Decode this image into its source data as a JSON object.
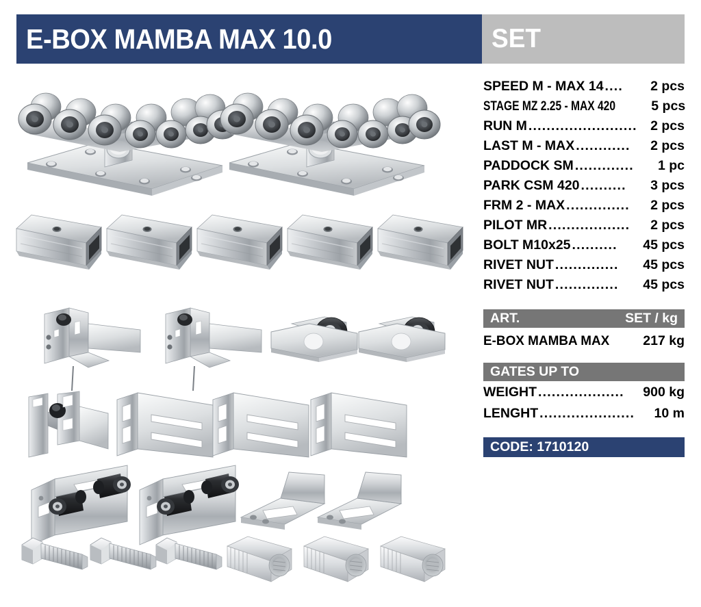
{
  "header": {
    "title": "E-BOX MAMBA MAX 10.0",
    "set_label": "SET",
    "title_bar_color": "#2b4272",
    "set_bar_color": "#bdbdbd"
  },
  "parts_list": [
    {
      "name": "SPEED M - MAX 14",
      "dots": "....",
      "qty": "2 pcs",
      "squeeze": false
    },
    {
      "name": "STAGE MZ 2.25 - MAX 420",
      "dots": "..",
      "qty": "5 pcs",
      "squeeze": true
    },
    {
      "name": "RUN M",
      "dots": "........................",
      "qty": "2 pcs",
      "squeeze": false
    },
    {
      "name": "LAST M - MAX",
      "dots": "............",
      "qty": "2 pcs",
      "squeeze": false
    },
    {
      "name": "PADDOCK SM",
      "dots": ".............",
      "qty": "1 pc",
      "squeeze": false
    },
    {
      "name": "PARK CSM 420",
      "dots": "..........",
      "qty": "3 pcs",
      "squeeze": false
    },
    {
      "name": "FRM 2 - MAX",
      "dots": "..............",
      "qty": "2 pcs",
      "squeeze": false
    },
    {
      "name": "PILOT MR",
      "dots": "..................",
      "qty": "2 pcs",
      "squeeze": false
    },
    {
      "name": "BOLT M10x25",
      "dots": "..........",
      "qty": "45 pcs",
      "squeeze": false
    },
    {
      "name": "RIVET NUT",
      "dots": "..............",
      "qty": "45 pcs",
      "squeeze": false
    },
    {
      "name": "RIVET NUT",
      "dots": "..............",
      "qty": "45 pcs",
      "squeeze": false
    }
  ],
  "art_section": {
    "bar_left": "ART.",
    "bar_right": "SET / kg",
    "item_name": "E-BOX MAMBA MAX",
    "item_value": "217 kg",
    "bar_color": "#767676"
  },
  "gates_section": {
    "bar_label": "GATES UP TO",
    "bar_color": "#767676",
    "rows": [
      {
        "label": "WEIGHT",
        "dots": "...................",
        "value": "900 kg"
      },
      {
        "label": "LENGHT",
        "dots": ".....................",
        "value": "10 m"
      }
    ]
  },
  "code": {
    "text": "CODE: 1710120",
    "bar_color": "#2b4272"
  },
  "products": {
    "row1_label": "roller-carriage",
    "row2_label": "rail-profile-section",
    "row3a_label": "end-stop-bracket",
    "row3b_label": "guide-roller-plate",
    "row4a_label": "adjustable-catch-bracket",
    "row4b_label": "slotted-mounting-bracket",
    "row5a_label": "top-guide-roller-bracket",
    "row5b_label": "angle-support-bracket",
    "row6a_label": "hex-bolt-m10x25",
    "row6b_label": "rivet-nut"
  }
}
